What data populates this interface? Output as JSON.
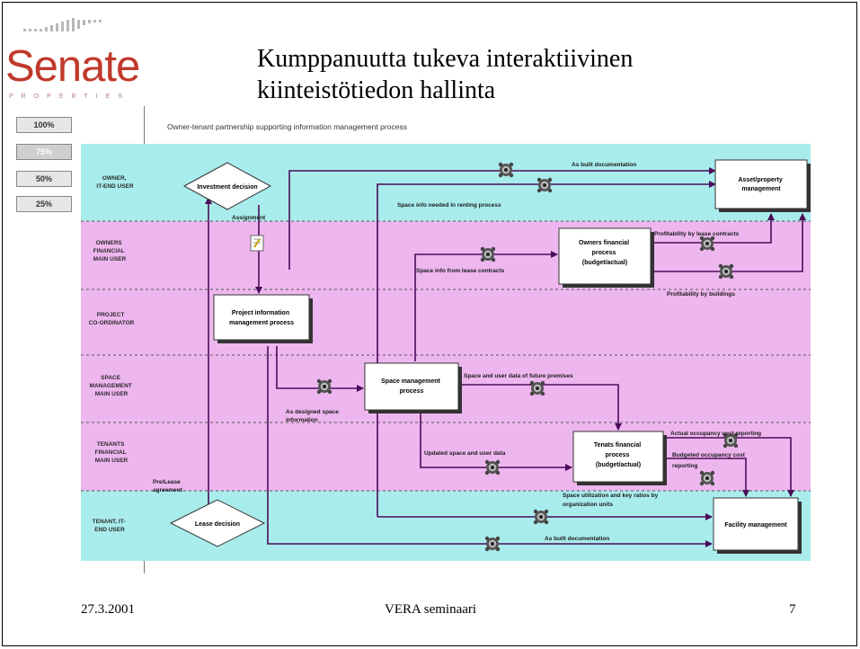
{
  "logo": {
    "word": "Senate",
    "sub": "PROPERTIES"
  },
  "title": {
    "line1": "Kumppanuutta tukeva interaktiivinen",
    "line2": "kiinteistötiedon hallinta"
  },
  "zoom_buttons": [
    "100%",
    "75%",
    "50%",
    "25%"
  ],
  "diagram": {
    "subtitle": "Owner-tenant partnership supporting information management process",
    "lanes": [
      {
        "label": [
          "OWNER,",
          "IT-END USER"
        ],
        "color": "#a9ecec"
      },
      {
        "label": [
          "OWNERS",
          "FINANCIAL",
          "MAIN USER"
        ],
        "color": "#eeb6ee"
      },
      {
        "label": [
          "PROJECT",
          "CO-ORDINATOR"
        ],
        "color": "#eeb6ee"
      },
      {
        "label": [
          "SPACE",
          "MANAGEMENT",
          "MAIN USER"
        ],
        "color": "#eeb6ee"
      },
      {
        "label": [
          "TENANTS",
          "FINANCIAL",
          "MAIN USER"
        ],
        "color": "#eeb6ee"
      },
      {
        "label": [
          "TENANT, IT-",
          "END USER"
        ],
        "color": "#a9ecec"
      }
    ],
    "decisions": {
      "investment": "Investment decision",
      "lease": "Lease decision"
    },
    "processes": {
      "asset": [
        "Asset/property",
        "management"
      ],
      "owners_fin": [
        "Owners financial",
        "process",
        "(budget/actual)"
      ],
      "project_info": [
        "Project information",
        "management process"
      ],
      "space_mgmt": [
        "Space management",
        "process"
      ],
      "tenants_fin": [
        "Tenats financial",
        "process",
        "(budget/actual)"
      ],
      "facility": [
        "Facility management"
      ]
    },
    "labels": {
      "as_built_top": "As built documentation",
      "space_info_renting": "Space info needed in renting process",
      "assignment": "Assignment",
      "profit_lease": "Profitability by lease contracts",
      "space_info_lease": "Space info from lease contracts",
      "profit_buildings": "Profitability by buildings",
      "space_user_future": "Space and user data of future premises",
      "as_designed": [
        "As designed space",
        "information"
      ],
      "updated_space": "Updated space and user data",
      "actual_occupancy": "Actual occupancy cost reporting",
      "budgeted_occupancy": [
        "Budgeted occupancy cost",
        "reporting"
      ],
      "pre_lease": [
        "Pre/Lease",
        "agreement"
      ],
      "space_utilization": [
        "Space utilization and key ratios by",
        "organization units"
      ],
      "as_built_bottom": "As built documentation"
    }
  },
  "footer": {
    "date": "27.3.2001",
    "event": "VERA seminaari",
    "page": "7"
  }
}
